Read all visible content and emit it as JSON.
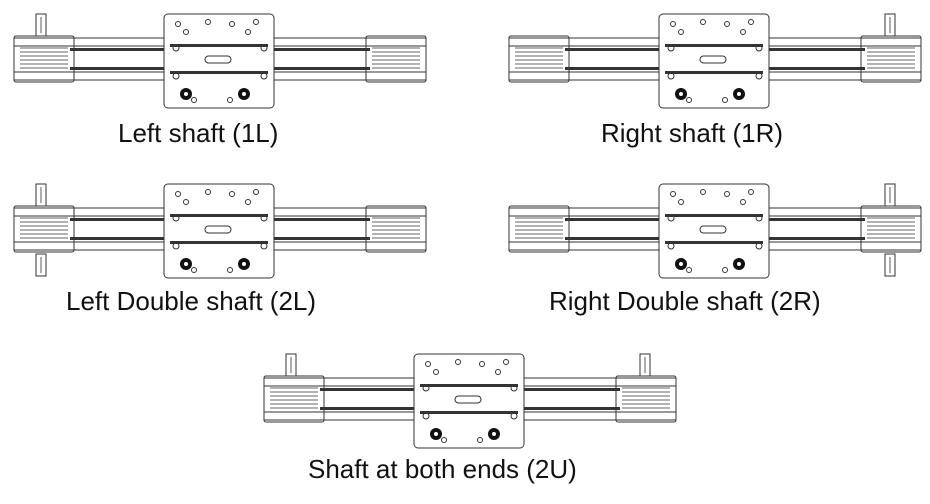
{
  "variants": [
    {
      "id": "1l",
      "label": "Left shaft (1L)",
      "shafts": [
        "left-top"
      ]
    },
    {
      "id": "1r",
      "label": "Right shaft (1R)",
      "shafts": [
        "right-top"
      ]
    },
    {
      "id": "2l",
      "label": "Left Double shaft (2L)",
      "shafts": [
        "left-top",
        "left-bottom"
      ]
    },
    {
      "id": "2r",
      "label": "Right Double shaft (2R)",
      "shafts": [
        "right-top",
        "right-bottom"
      ]
    },
    {
      "id": "2u",
      "label": "Shaft at both ends (2U)",
      "shafts": [
        "left-top",
        "right-top"
      ]
    }
  ],
  "colors": {
    "line": "#333333",
    "hole": "#111111",
    "background": "#ffffff"
  }
}
